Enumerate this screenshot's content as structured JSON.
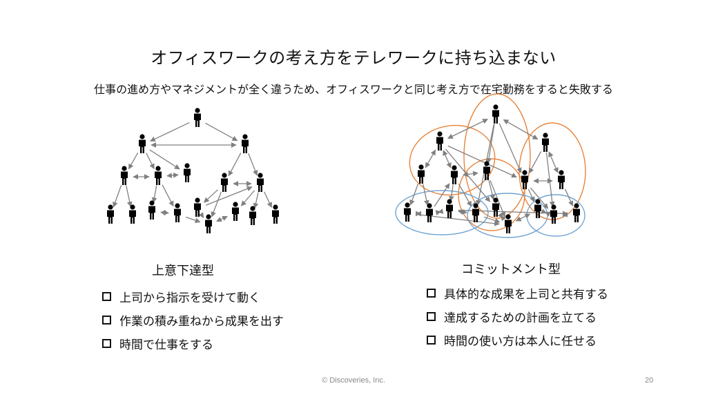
{
  "slide": {
    "title": "オフィスワークの考え方をテレワークに持ち込まない",
    "subtitle": "仕事の進め方やマネジメントが全く違うため、オフィスワークと同じ考え方で在宅勤務をすると失敗する",
    "left": {
      "heading": "上意下達型",
      "items": [
        "上司から指示を受けて動く",
        "作業の積み重ねから成果を出す",
        "時間で仕事をする"
      ]
    },
    "right": {
      "heading": "コミットメント型",
      "items": [
        "具体的な成果を上司と共有する",
        "達成するための計画を立てる",
        "時間の使い方は本人に任せる"
      ]
    },
    "footer": "© Discoveries, Inc.",
    "page_number": "20"
  },
  "colors": {
    "arrow": "#808080",
    "orange_group": "#E8833A",
    "blue_group": "#6FA3D2",
    "person": "#000000"
  },
  "icons": {
    "person": "person-icon",
    "checkbox": "checkbox-icon"
  }
}
